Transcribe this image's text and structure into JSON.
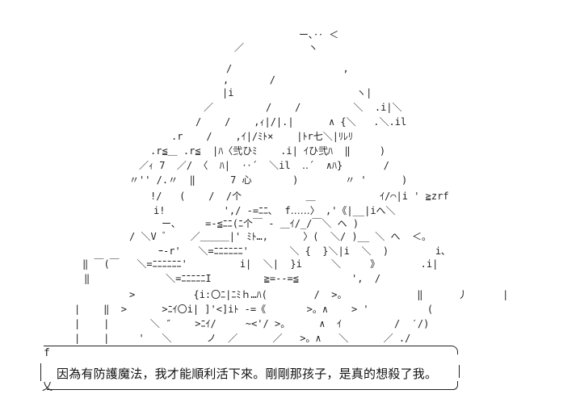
{
  "caption": {
    "text": "因為有防護魔法，我才能順利活下來。剛剛那孩子，是真的想殺了我。",
    "mark_top": "f",
    "mark_bottom": "乂"
  },
  "art_lines": [
    "ー､‥ ＜",
    "／           ヽ",
    "/                   ,",
    ",       /",
    "|i                     ヽ|",
    "／         /    /         ＼  .i|＼",
    "/    /    ,ｨ|/|.|      ∧ {＼   .＼.il",
    ".r    /    ,ｲ|/ﾐﾄ×    |ﾄr七＼|ﾘﾚﾘ",
    ".r≦＿ .r≦  |ﾊ〈弐ひﾐ    .i| ｲひ弐ﾊ  ‖     )",
    "／ｨ 7  ／/ 〈  ﾊ|  ‥´  ＼il  ‥´  ∧ﾊ}       /",
    "〃'' /.〃  ‖      7 心       )        〃 '      )",
    "!/   (    /  /个           ＿           ｲ/⌒|i ' ≧zrf",
    "i!          ',/ -=ﾆﾆ､  f‥‥‥〉 ,'《|__|iへ＼",
    "ー､     =-≦ﾆﾆ(ﾆ个￣ ‐ ＿ｲ/_/￣＼ ヘ )",
    "/ ＼V ﾞ    ／＿＿＿|' ﾐﾄ…,      〉(  ＼/ )__ ＼ へ  ＜。",
    "ｰ‐r'   ＼=ﾆﾆﾆﾆﾆﾆ'       ＼ {  }＼|i  ＼  )        i､",
    "‖ ￣(￣   ＼=ﾆﾆﾆﾆﾆﾆ'         i|  ＼|  }i     ＼     》       .i|",
    "‖             ＼=ﾆﾆﾆﾆﾆI         ≧=--=≦         ',  /",
    ">          {i:〇ﾆ|ﾆﾐｈ…ﾊ(        /  >。            ‖      丿      |",
    "|    ‖  >      >ﾆｲ〇i| ]'<]iﾄ -=《       >。∧    > '          (",
    "|    |       ＼ ″    >ﾆｲ/     ~<'/ >。     ∧  ｲ         /  ′/)",
    "|    |     '   ＼      ノ  ／      ／   >。∧   ＼      ／ ./"
  ],
  "lang": "zh-Hant"
}
